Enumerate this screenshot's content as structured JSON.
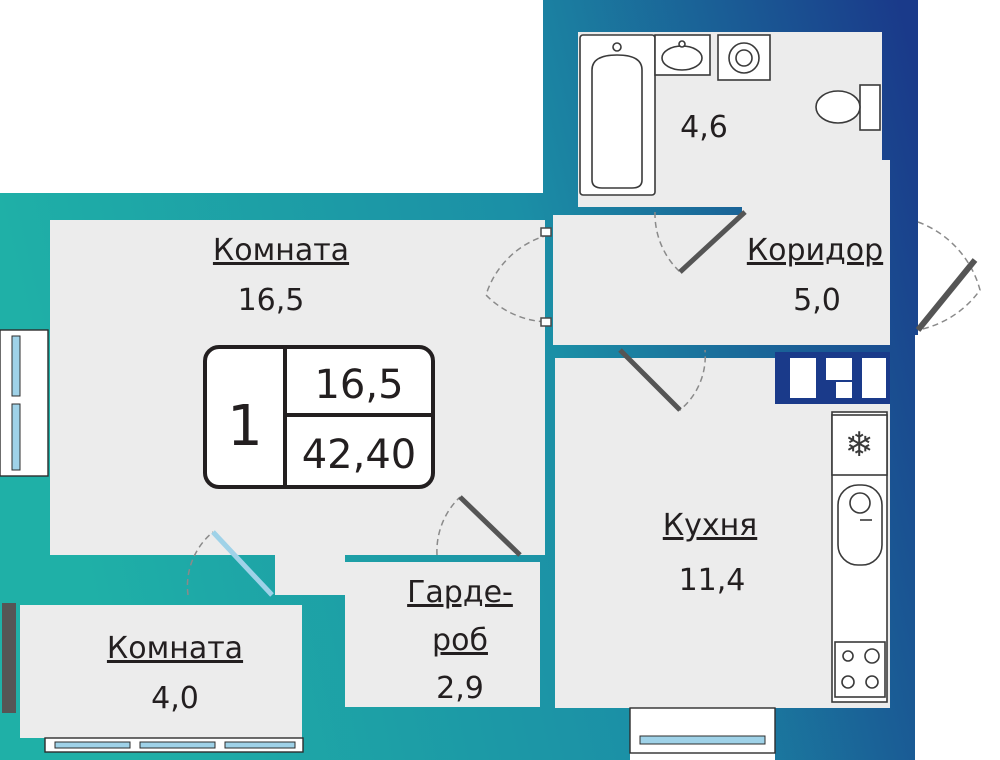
{
  "plan": {
    "rooms_count": "1",
    "living_area": "16,5",
    "total_area": "42,40",
    "rooms": [
      {
        "name": "Комната",
        "area": "16,5"
      },
      {
        "name": "Коридор",
        "area": "5,0"
      },
      {
        "name": "Кухня",
        "area": "11,4"
      },
      {
        "name_line1": "Гарде-",
        "name_line2": "роб",
        "area": "2,9"
      },
      {
        "name": "Комната",
        "area": "4,0"
      },
      {
        "name": "",
        "area": "4,6"
      }
    ],
    "colors": {
      "wall_teal": "#1aa3a0",
      "wall_navy": "#1a3a8a",
      "floor": "#ececec",
      "window_glass": "#9fd2e8"
    },
    "icons": [
      "bathtub-icon",
      "sink-icon",
      "washing-machine-icon",
      "toilet-icon",
      "fridge-icon",
      "kitchen-sink-icon",
      "stove-icon"
    ]
  }
}
